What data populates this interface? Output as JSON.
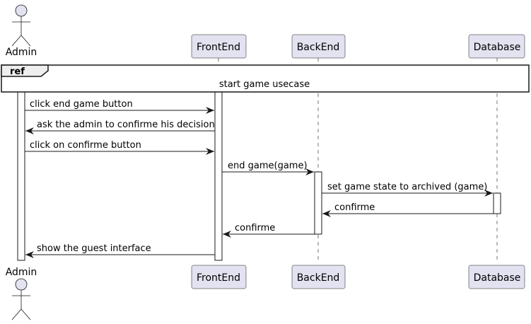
{
  "participants": [
    {
      "id": "admin",
      "label": "Admin",
      "kind": "actor"
    },
    {
      "id": "frontend",
      "label": "FrontEnd",
      "kind": "participant"
    },
    {
      "id": "backend",
      "label": "BackEnd",
      "kind": "participant"
    },
    {
      "id": "database",
      "label": "Database",
      "kind": "participant"
    }
  ],
  "ref": {
    "tag": "ref",
    "text": "start game usecase"
  },
  "messages": [
    {
      "from": "admin",
      "to": "frontend",
      "label": "click end game button"
    },
    {
      "from": "frontend",
      "to": "admin",
      "label": "ask the admin to confirme his decision"
    },
    {
      "from": "admin",
      "to": "frontend",
      "label": "click on confirme button"
    },
    {
      "from": "frontend",
      "to": "backend",
      "label": "end game(game)"
    },
    {
      "from": "backend",
      "to": "database",
      "label": "set game state to archived (game)"
    },
    {
      "from": "database",
      "to": "backend",
      "label": "confirme"
    },
    {
      "from": "backend",
      "to": "frontend",
      "label": "confirme"
    },
    {
      "from": "frontend",
      "to": "admin",
      "label": "show the guest interface"
    }
  ],
  "colors": {
    "participant_fill": "#e2e2f0",
    "participant_border": "#181818",
    "lifeline": "#181818",
    "arrow": "#181818",
    "ref_header_fill": "#eeeeee"
  }
}
